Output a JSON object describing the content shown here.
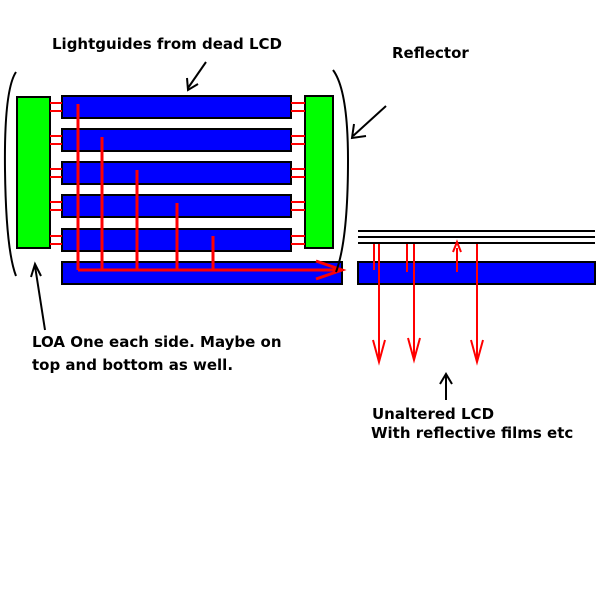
{
  "labels": {
    "lightguides": "Lightguides from dead LCD",
    "reflector": "Reflector",
    "loa_line1": "LOA One each side. Maybe on",
    "loa_line2": "top and bottom as well.",
    "lcd_line1": "Unaltered LCD",
    "lcd_line2": "With reflective films etc"
  },
  "colors": {
    "lightguide": "#0000ff",
    "loa": "#00ff00",
    "light_ray": "#ff0000",
    "outline": "#000000",
    "background": "#ffffff"
  }
}
